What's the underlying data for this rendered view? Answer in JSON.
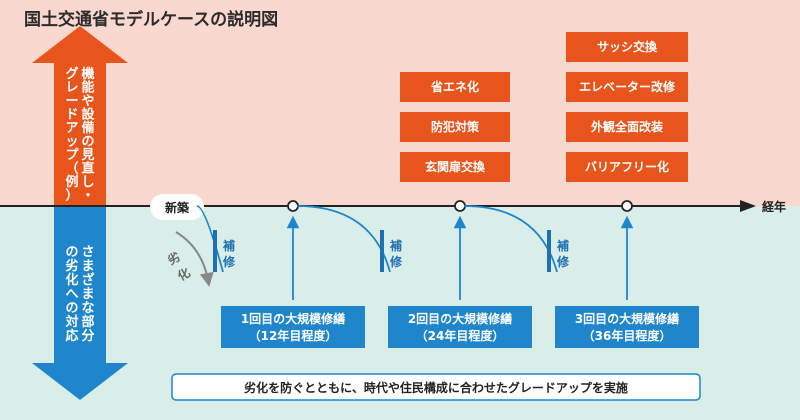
{
  "title": "国土交通省モデルケースの説明図",
  "upgrade_label": "機能や設備の見直し・グレードアップ（例）",
  "deterioration_response_label": "さまざまな部分の劣化への対応",
  "new_build": "新築",
  "timeline_label": "経年",
  "deterioration_label": "劣化",
  "repair_label": "補修",
  "upgrade_groups": [
    [
      "省エネ化",
      "防犯対策",
      "玄関扉交換"
    ],
    [
      "サッシ交換",
      "エレベーター改修",
      "外観全面改装",
      "バリアフリー化"
    ]
  ],
  "major_repairs": [
    {
      "line1": "1回目の大規模修繕",
      "line2": "（12年目程度）"
    },
    {
      "line1": "2回目の大規模修繕",
      "line2": "（24年目程度）"
    },
    {
      "line1": "3回目の大規模修繕",
      "line2": "（36年目程度）"
    }
  ],
  "summary": "劣化を防ぐとともに、時代や住民構成に合わせたグレードアップを実施",
  "colors": {
    "top_bg": "#f8d8cf",
    "bottom_bg": "#d9ede9",
    "orange": "#e8551c",
    "blue": "#1f86cc",
    "dark_blue": "#1f6fb3",
    "timeline": "#222222"
  }
}
